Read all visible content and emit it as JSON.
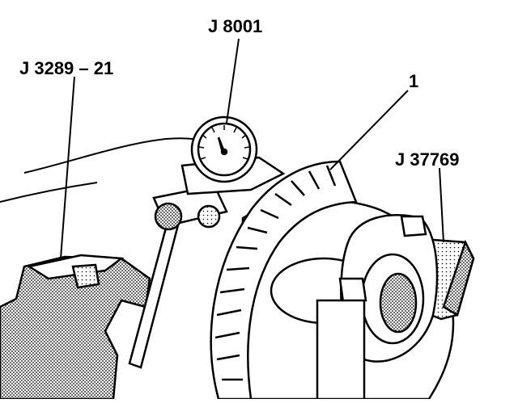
{
  "callouts": {
    "dial_indicator": "J 8001",
    "holder": "J 3289 – 21",
    "item_1": "1",
    "bar": "J 37769"
  },
  "colors": {
    "ink": "#000000",
    "paper": "#ffffff",
    "stipple": "#bdbdbd"
  }
}
